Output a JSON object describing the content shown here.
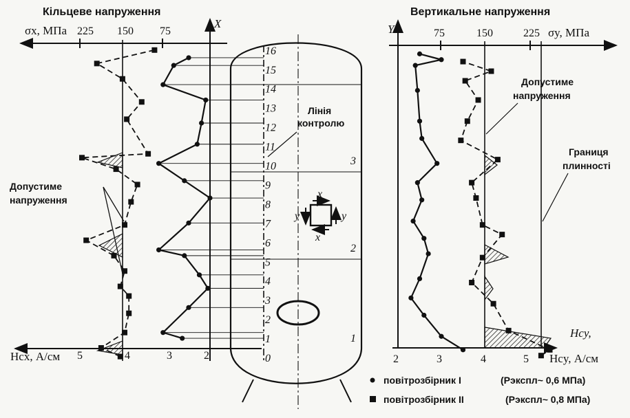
{
  "left_chart": {
    "title": "Кільцеве напруження",
    "axis_label": "σx, МПа",
    "ticks": [
      "225",
      "150",
      "75"
    ],
    "h_label": "Hcx, А/см",
    "h_ticks": [
      "5",
      "4",
      "3",
      "2"
    ],
    "x_axis_letter": "X",
    "annotation": "Допустиме напруження"
  },
  "right_chart": {
    "title": "Вертикальне напруження",
    "axis_label": "σy, МПа",
    "ticks": [
      "75",
      "150",
      "225"
    ],
    "h_label": "Hcy, А/см",
    "h_ticks": [
      "2",
      "3",
      "4",
      "5"
    ],
    "y_axis_letter": "Y",
    "annotation_allowed": "Допустиме напруження",
    "annotation_yield": "Границя плинності",
    "hcy_tag": "Hcy,"
  },
  "vessel": {
    "control_line_label": "Лінія контролю",
    "points": [
      "0",
      "1",
      "2",
      "3",
      "4",
      "5",
      "6",
      "7",
      "8",
      "9",
      "10",
      "11",
      "12",
      "13",
      "14",
      "15",
      "16"
    ],
    "zones": [
      "1",
      "2",
      "3"
    ],
    "element": {
      "x": "x",
      "y": "y"
    }
  },
  "legend": {
    "circle_label": "повітрозбірник I",
    "circle_pressure": "(Pэкспл~ 0,6 МПа)",
    "square_label": "повітрозбірник II",
    "square_pressure": "(Pэкспл~ 0,8 МПа)"
  },
  "chart_data": [
    {
      "type": "line",
      "panel": "left",
      "x_axis": "σx, МПа / Hcx, А/см",
      "y_axis": "X (контрольні точки 0–16)",
      "series": [
        {
          "name": "повітрозбірник I",
          "marker": "circle",
          "points": [
            [
              2.65,
              1
            ],
            [
              3.1,
              1.3
            ],
            [
              2.5,
              2.6
            ],
            [
              2.05,
              3.6
            ],
            [
              2.25,
              4.3
            ],
            [
              2.6,
              5.3
            ],
            [
              3.2,
              5.6
            ],
            [
              2.5,
              7
            ],
            [
              2.0,
              8.3
            ],
            [
              2.6,
              9.2
            ],
            [
              3.2,
              10.1
            ],
            [
              2.3,
              11.1
            ],
            [
              2.2,
              12.2
            ],
            [
              2.1,
              13.4
            ],
            [
              3.1,
              14.2
            ],
            [
              2.85,
              15.2
            ],
            [
              2.5,
              15.6
            ]
          ]
        },
        {
          "name": "повітрозбірник II",
          "marker": "square",
          "points": [
            [
              4.1,
              0.05
            ],
            [
              4.55,
              0.5
            ],
            [
              4.0,
              1.3
            ],
            [
              3.9,
              2.3
            ],
            [
              3.9,
              3.2
            ],
            [
              4.1,
              3.7
            ],
            [
              4.0,
              4.5
            ],
            [
              4.25,
              5.3
            ],
            [
              4.9,
              6.1
            ],
            [
              4.0,
              6.9
            ],
            [
              3.85,
              8.1
            ],
            [
              3.7,
              9.0
            ],
            [
              4.2,
              9.8
            ],
            [
              5.0,
              10.4
            ],
            [
              3.45,
              10.6
            ],
            [
              3.95,
              12.4
            ],
            [
              3.6,
              13.3
            ],
            [
              4.05,
              14.5
            ],
            [
              4.65,
              15.3
            ],
            [
              3.3,
              16.0
            ]
          ]
        }
      ]
    },
    {
      "type": "line",
      "panel": "right",
      "x_axis": "σy, МПа / Hcy, А/см",
      "y_axis": "Y (контрольні точки 0–16)",
      "series": [
        {
          "name": "повітрозбірник I",
          "marker": "circle",
          "points": [
            [
              3.5,
              0.4
            ],
            [
              3.0,
              1.1
            ],
            [
              2.6,
              2.2
            ],
            [
              2.3,
              3.1
            ],
            [
              2.5,
              4.1
            ],
            [
              2.7,
              5.4
            ],
            [
              2.6,
              6.2
            ],
            [
              2.35,
              7.1
            ],
            [
              2.55,
              8.2
            ],
            [
              2.45,
              9.1
            ],
            [
              2.9,
              10.1
            ],
            [
              2.55,
              11.4
            ],
            [
              2.5,
              12.3
            ],
            [
              2.45,
              13.9
            ],
            [
              2.4,
              15.2
            ],
            [
              3.0,
              15.5
            ],
            [
              2.5,
              15.8
            ]
          ]
        },
        {
          "name": "повітрозбірник II",
          "marker": "square",
          "points": [
            [
              5.3,
              0.1
            ],
            [
              5.5,
              0.4
            ],
            [
              4.55,
              1.4
            ],
            [
              4.2,
              2.8
            ],
            [
              3.7,
              3.9
            ],
            [
              3.95,
              5.2
            ],
            [
              4.4,
              6.4
            ],
            [
              3.95,
              6.9
            ],
            [
              3.8,
              8.3
            ],
            [
              3.7,
              9.1
            ],
            [
              4.3,
              10.3
            ],
            [
              3.45,
              11.3
            ],
            [
              3.6,
              12.3
            ],
            [
              3.85,
              13.4
            ],
            [
              3.55,
              14.4
            ],
            [
              4.15,
              14.9
            ],
            [
              3.5,
              15.4
            ]
          ]
        }
      ]
    }
  ]
}
